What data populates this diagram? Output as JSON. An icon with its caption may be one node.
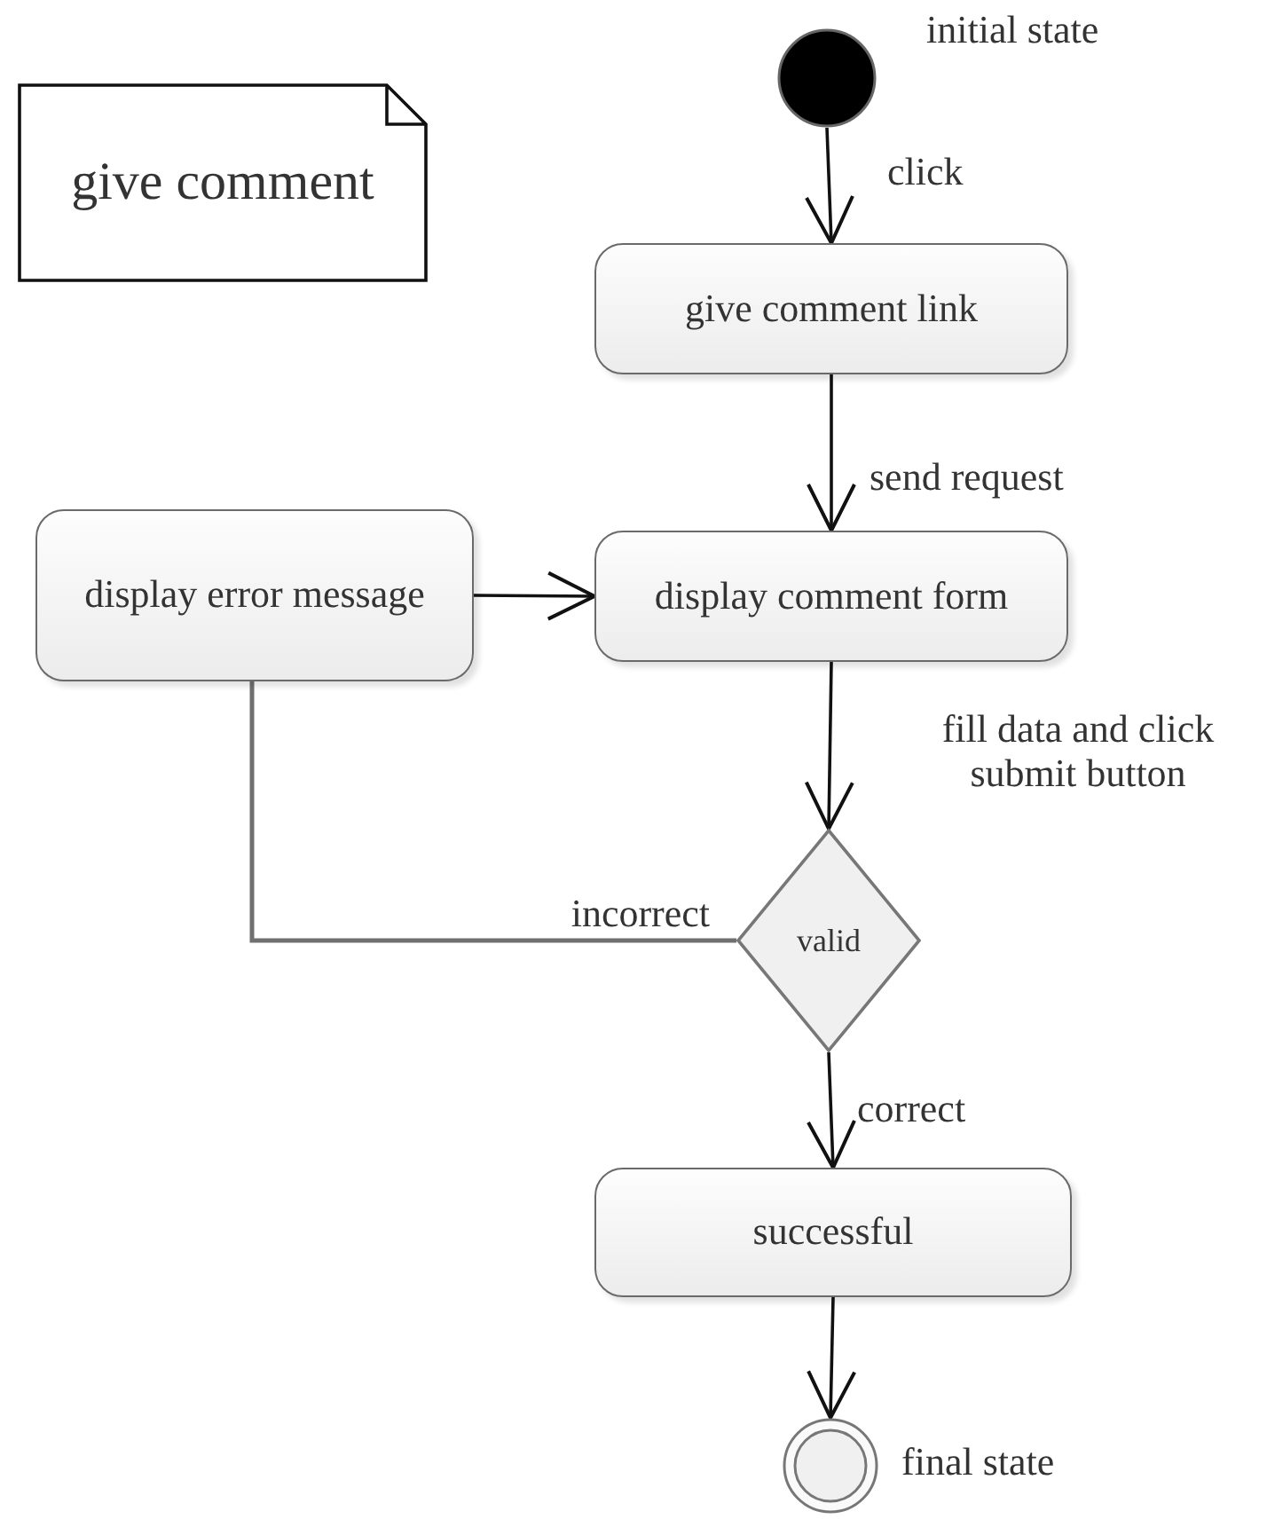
{
  "diagram": {
    "nodes": [
      {
        "text": [
          "give comment"
        ]
      },
      {
        "text": [],
        "shape": "circle",
        "beside": [
          "initial state"
        ]
      },
      {
        "text": [
          "give comment link"
        ]
      },
      {
        "text": [
          "display error message"
        ]
      },
      {
        "text": [
          "display comment form"
        ]
      },
      {
        "text": [
          "valid"
        ]
      },
      {
        "text": [
          "successful"
        ]
      },
      {
        "text": [],
        "shape": "bullseye",
        "beside": [
          "final state"
        ]
      }
    ],
    "edges": [
      {
        "from": 1,
        "to": 2,
        "arrow": "to",
        "label": "click"
      },
      {
        "from": 2,
        "to": 4,
        "arrow": "to",
        "label": "send request"
      },
      {
        "from": 3,
        "to": 4,
        "arrow": "to"
      },
      {
        "from": 4,
        "to": 5,
        "arrow": "to",
        "label": "fill data and click submit button"
      },
      {
        "from": 5,
        "to": 3,
        "arrow": "none",
        "label": "incorrect",
        "color": "#707070"
      },
      {
        "from": 5,
        "to": 6,
        "arrow": "to",
        "label": "correct"
      },
      {
        "from": 6,
        "to": 7,
        "arrow": "to"
      }
    ]
  }
}
